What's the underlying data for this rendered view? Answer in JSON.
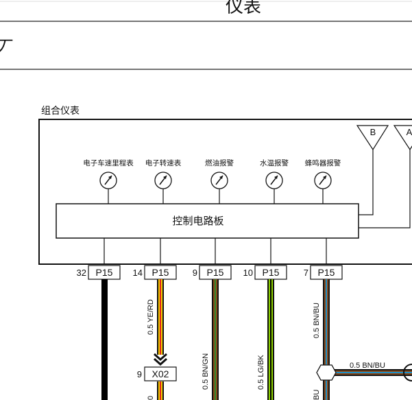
{
  "header": {
    "title": "仪表",
    "subtitle_fragment": "丆"
  },
  "cluster": {
    "label": "组合仪表",
    "board_label": "控制电路板",
    "connectors_right": [
      "B",
      "A"
    ],
    "gauges": [
      {
        "label": "电子车速里程表"
      },
      {
        "label": "电子转速表"
      },
      {
        "label": "燃油报警"
      },
      {
        "label": "水温报警"
      },
      {
        "label": "蜂鸣器报警"
      }
    ],
    "pins": [
      {
        "pin": "32",
        "connector": "P15"
      },
      {
        "pin": "14",
        "connector": "P15"
      },
      {
        "pin": "9",
        "connector": "P15"
      },
      {
        "pin": "10",
        "connector": "P15"
      },
      {
        "pin": "7",
        "connector": "P15"
      }
    ]
  },
  "wires": [
    {
      "label": "",
      "colors": [
        "#000000"
      ]
    },
    {
      "label": "0.5 YE/RD",
      "colors": [
        "#f4d000",
        "#e02020"
      ]
    },
    {
      "label": "0.5 BN/GN",
      "colors": [
        "#8a4a1a",
        "#2e8b2e"
      ]
    },
    {
      "label": "0.5 LG/BK",
      "colors": [
        "#8fd400",
        "#000000"
      ]
    },
    {
      "label": "0.5 BN/BU",
      "colors": [
        "#8a4a1a",
        "#1e90c8"
      ]
    }
  ],
  "connector_x02": {
    "pin": "9",
    "name": "X02"
  },
  "branch_wire": {
    "label": "0.5 BN/BU"
  },
  "partial_labels": {
    "bottom_bu": "BU"
  }
}
